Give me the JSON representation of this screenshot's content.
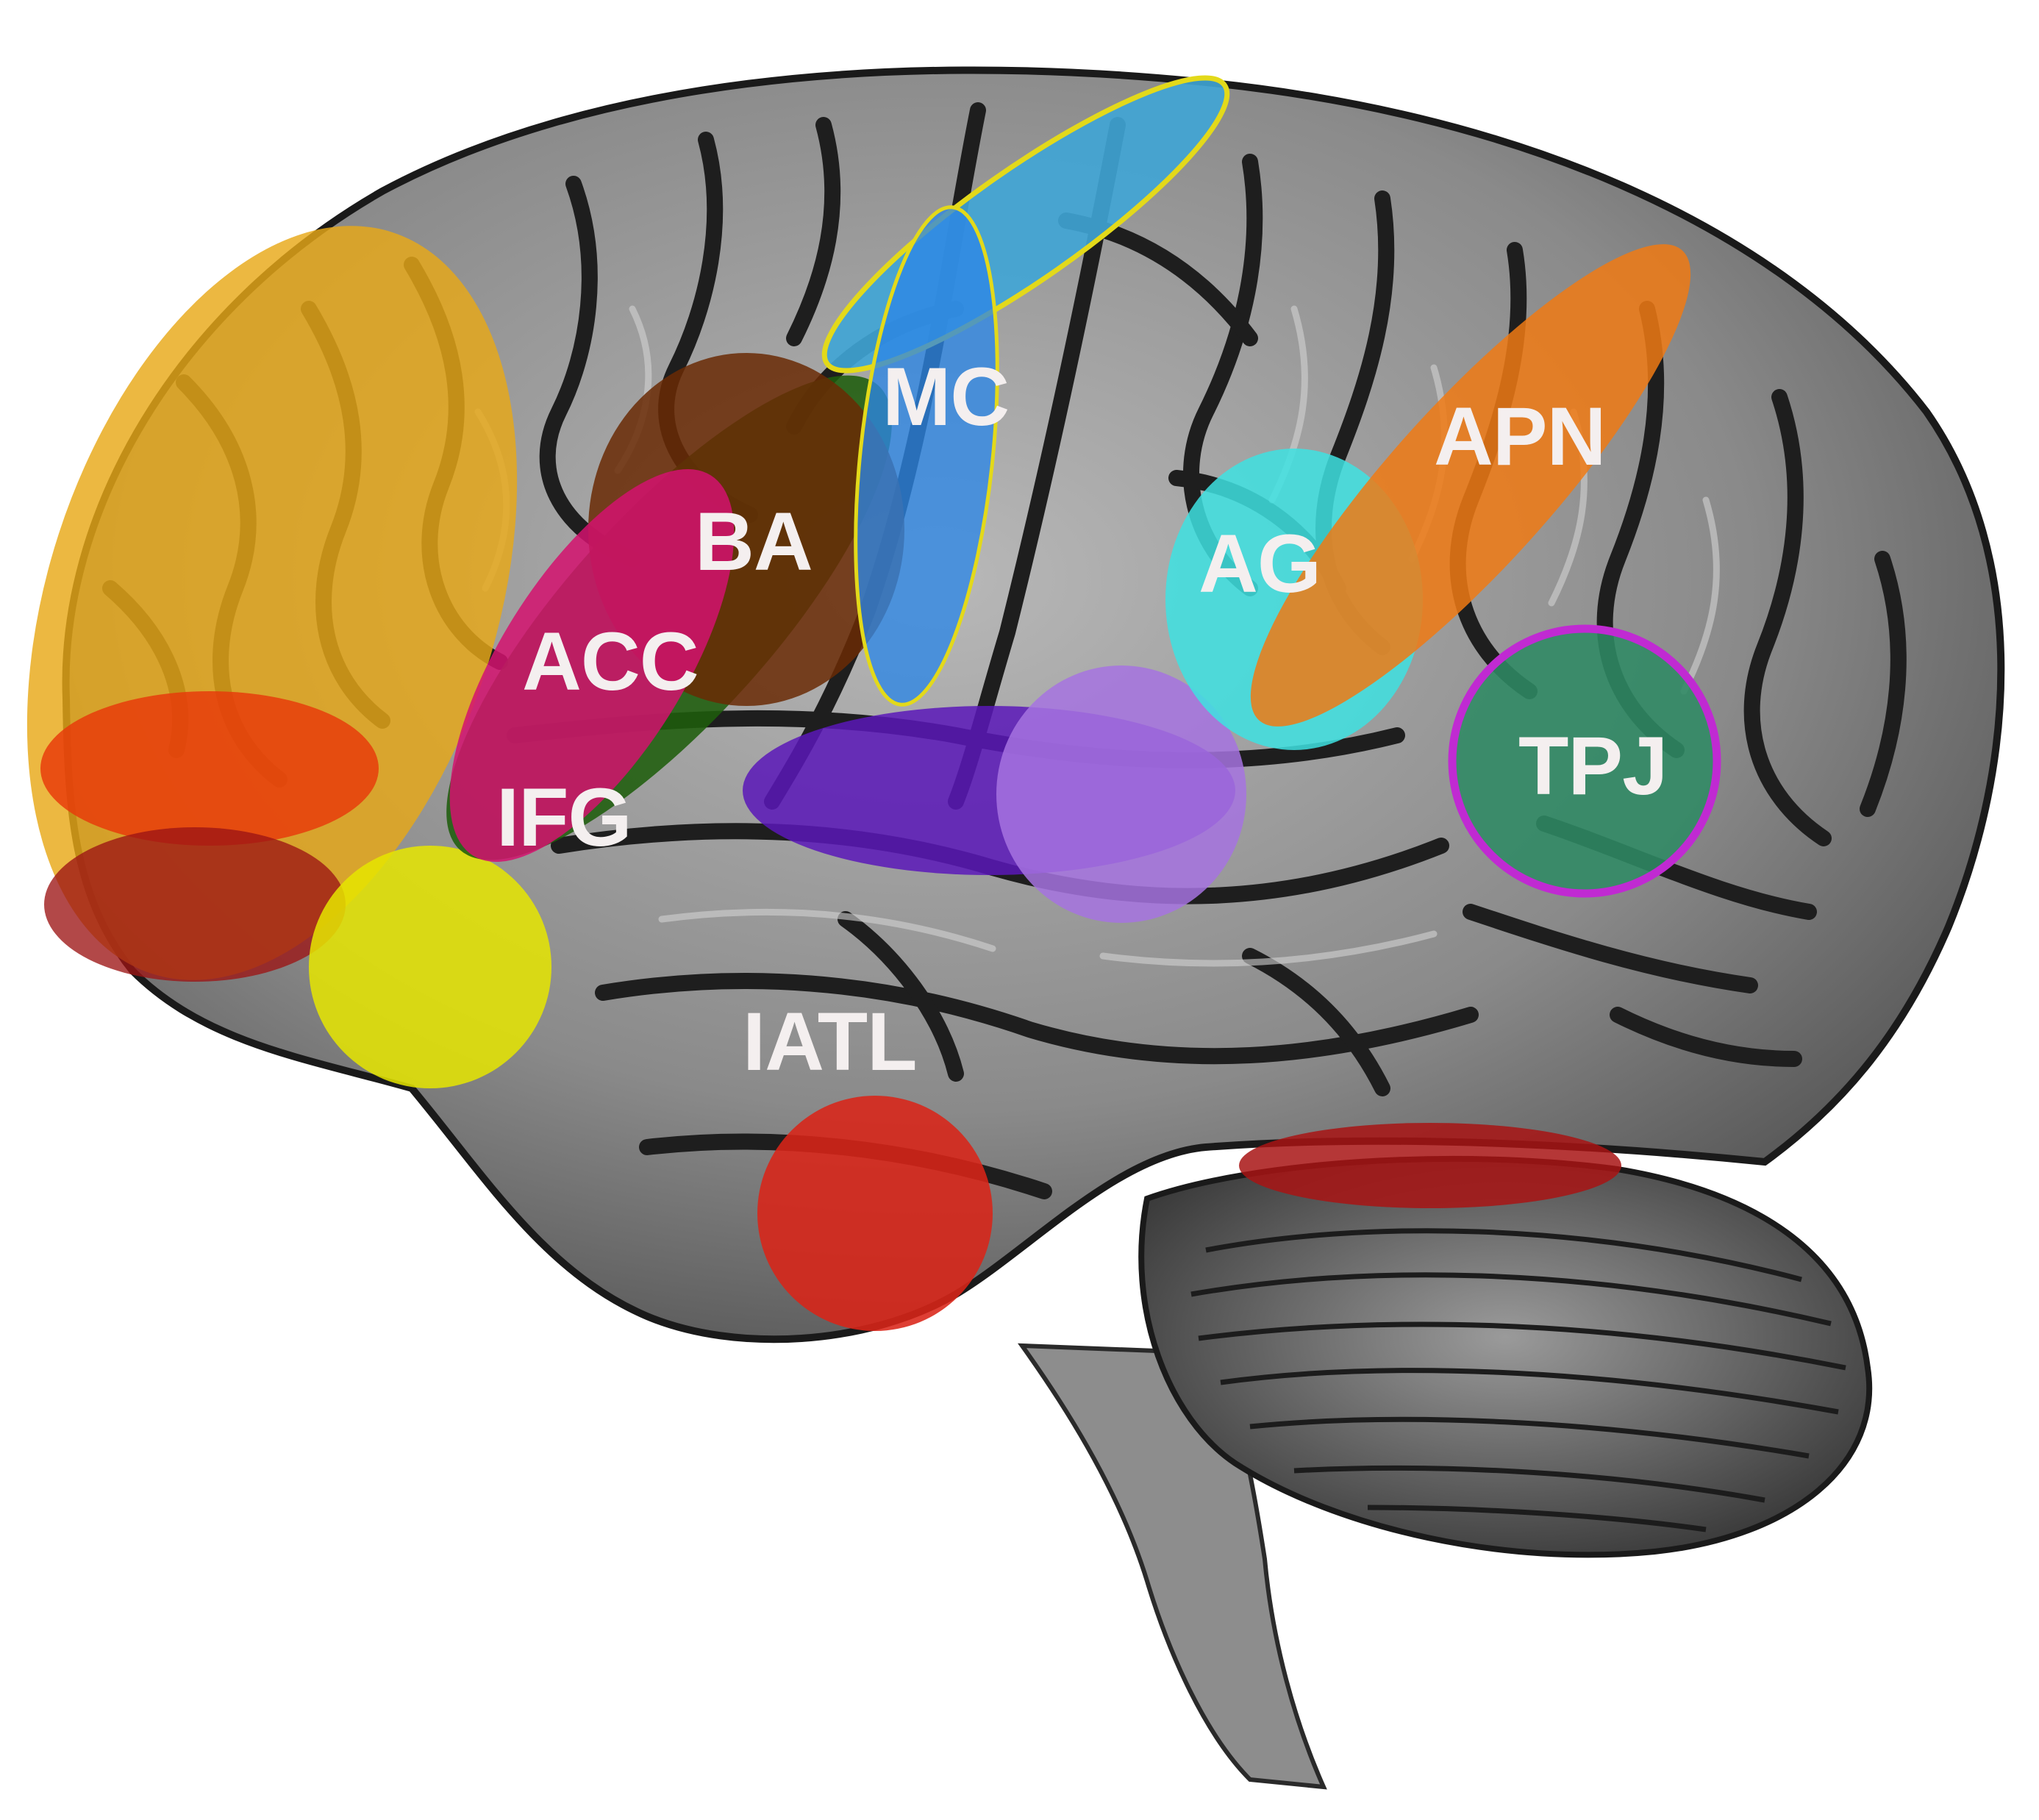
{
  "image": {
    "description_name": "brain-lateral-view",
    "brain_fill": "#7d7d7d",
    "sulcus_color": "#1c1c1c",
    "gyrus_highlight": "#c9c9c9",
    "label_color": "#f4efef"
  },
  "regions": [
    {
      "key": "frontal",
      "label": "",
      "color": "#e8a817"
    },
    {
      "key": "orbito-upper",
      "label": "",
      "color": "#e8380a"
    },
    {
      "key": "orbito-lower",
      "label": "",
      "color": "#9c1515"
    },
    {
      "key": "frontal-pole-yellow",
      "label": "",
      "color": "#e6e600"
    },
    {
      "key": "ifg-green",
      "label": "IFG",
      "color": "#1f5d0c"
    },
    {
      "key": "ba-brown",
      "label": "BA",
      "color": "#6a2a05"
    },
    {
      "key": "acc-magenta",
      "label": "ACC",
      "color": "#d4126e"
    },
    {
      "key": "mc-blue",
      "label": "MC",
      "color": "#2d86e6"
    },
    {
      "key": "mc-cyan-band",
      "label": "",
      "color": "#3fa5d6"
    },
    {
      "key": "temporal-purple",
      "label": "",
      "color": "#5a18b8"
    },
    {
      "key": "lavender",
      "label": "",
      "color": "#a673e0"
    },
    {
      "key": "ag-cyan",
      "label": "AG",
      "color": "#3ee2e2"
    },
    {
      "key": "apn-orange",
      "label": "APN",
      "color": "#f07a14"
    },
    {
      "key": "tpj-teal",
      "label": "TPJ",
      "color": "#2f8a64"
    },
    {
      "key": "iatl-red",
      "label": "IATL",
      "color": "#d92418"
    },
    {
      "key": "inferior-temporal-red",
      "label": "",
      "color": "#a81414"
    }
  ]
}
